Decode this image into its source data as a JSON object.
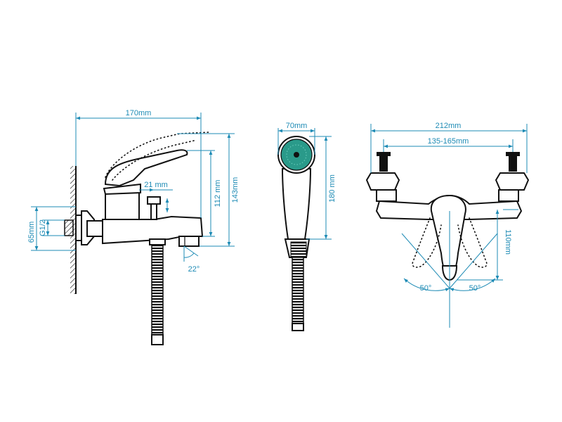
{
  "dimensions": {
    "side_width": "170mm",
    "spout_offset": "21 mm",
    "height_112": "112 mm",
    "height_143": "143mm",
    "diameter_65": "65mm",
    "thread": "G1/2",
    "angle_22": "22°",
    "head_width": "70mm",
    "head_length": "180 mm",
    "front_width": "212mm",
    "center_range": "135-165mm",
    "front_height": "110mm",
    "angle_left": "50°",
    "angle_right": "50°"
  },
  "colors": {
    "dimension": "#1e8bb5",
    "line": "#111111",
    "shower_face": "#2a9a8a"
  }
}
